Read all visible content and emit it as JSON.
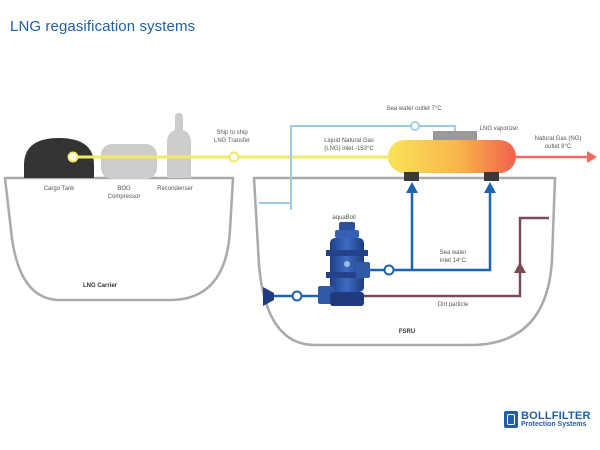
{
  "title": "LNG regasification systems",
  "colors": {
    "title": "#1f5fa8",
    "vessel_outline": "#aaaaaa",
    "lng_line": "#f2e86a",
    "sea_water_line": "#1f63b0",
    "sea_water_outlet_line": "#9ecbe8",
    "dirt_line": "#7a4a55",
    "ng_outlet_arrow": "#f26a5e",
    "cargo_tank": "#333333",
    "equipment": "#cccccc"
  },
  "labels": {
    "cargo_tank": "Cargo Tank",
    "bog_compressor_1": "BOG",
    "bog_compressor_2": "Compressor",
    "recondenser": "Recondenser",
    "lng_carrier": "LNG Carrier",
    "ship_to_ship_1": "Ship to ship",
    "ship_to_ship_2": "LNG Transfer",
    "lng_inlet_1": "Liquid Natural Gas",
    "lng_inlet_2": "(LNG) inlet -153°C",
    "sea_water_outlet": "Sea water outlet 7°C",
    "lng_vaporizer": "LNG vaporizer",
    "ng_outlet_1": "Natural Gas (NG)",
    "ng_outlet_2": "outlet 8°C",
    "aquaboll": "aquaBoll",
    "sea_water_inlet_1": "Sea water",
    "sea_water_inlet_2": "inlet 14°C",
    "dirt_particle": "Dirt particle",
    "fsru": "FSRU"
  },
  "logo": {
    "name": "BOLLFILTER",
    "subtitle": "Protection Systems"
  }
}
